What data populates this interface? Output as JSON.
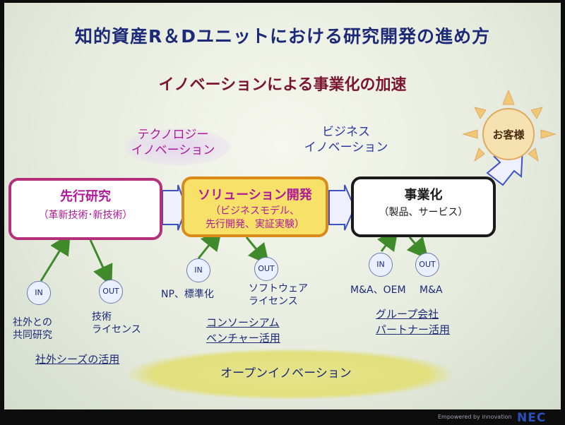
{
  "title": "知的資産R＆Dユニットにおける研究開発の進め方",
  "subtitle": "イノベーションによる事業化の加速",
  "tech_innovation": {
    "line1": "テクノロジー",
    "line2": "イノベーション"
  },
  "business_innovation": {
    "line1": "ビジネス",
    "line2": "イノベーション"
  },
  "customer": "お客様",
  "boxes": [
    {
      "title": "先行研究",
      "sub1": "（革新技術･新技術）",
      "sub2": ""
    },
    {
      "title": "ソリューション開発",
      "sub1": "（ビジネスモデル、",
      "sub2": "先行開発、実証実験）"
    },
    {
      "title": "事業化",
      "sub1": "（製品、サービス）",
      "sub2": ""
    }
  ],
  "in_label": "IN",
  "out_label": "OUT",
  "stage1": {
    "in_text1": "社外との",
    "in_text2": "共同研究",
    "out_text1": "技術",
    "out_text2": "ライセンス",
    "footer": "社外シーズの活用"
  },
  "stage2": {
    "in_text": "NP、標準化",
    "out_text1": "ソフトウェア",
    "out_text2": "ライセンス",
    "footer1": "コンソーシアム",
    "footer2": "ベンチャー活用"
  },
  "stage3": {
    "in_text": "M&A、OEM",
    "out_text": "M&A",
    "footer1": "グループ会社",
    "footer2": "パートナー活用"
  },
  "open_innovation": "オープンイノベーション",
  "brand_small": "Empowered by innovation",
  "brand_logo": "NEC",
  "colors": {
    "title": "#1c2a78",
    "subtitle": "#7a1530",
    "accent_purple": "#b0199a",
    "accent_blue": "#2a3aa4",
    "arrow_green": "#3f8a2a",
    "box2_fill": "#f8e168",
    "sun": "#f0c878"
  }
}
